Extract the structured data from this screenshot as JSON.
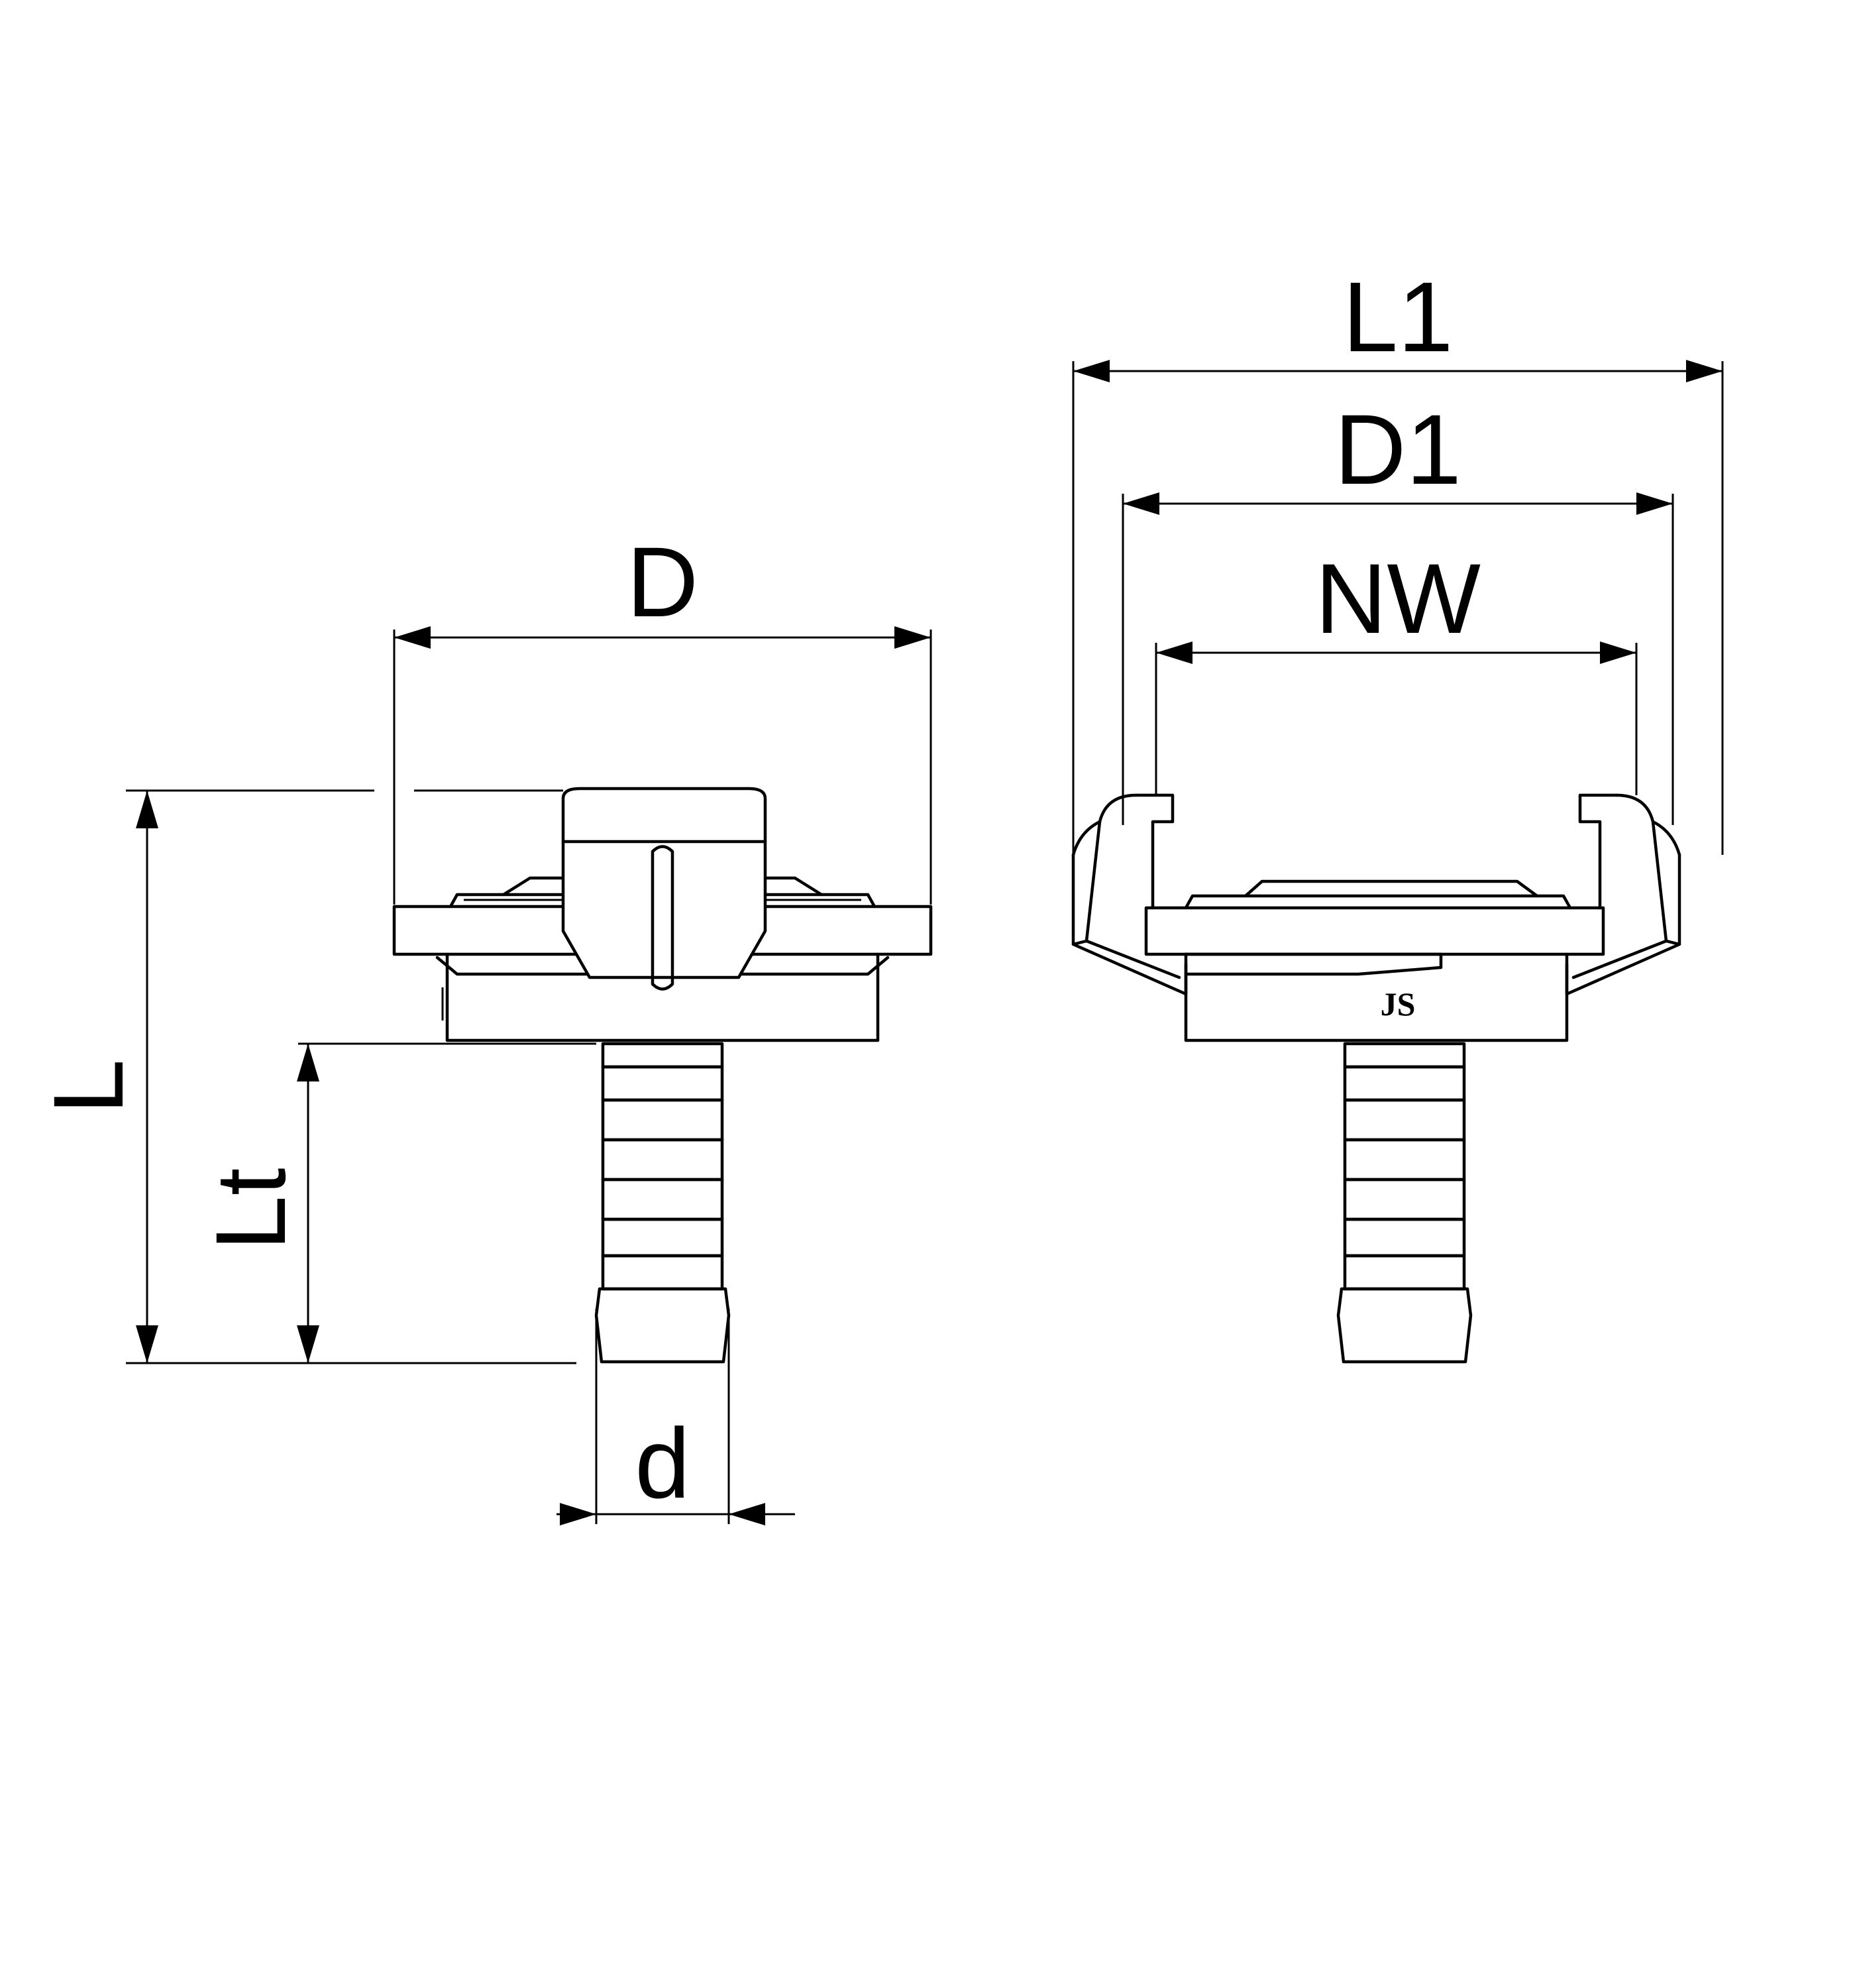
{
  "dimensions": {
    "D": "D",
    "L": "L",
    "Lt": "Lt",
    "d": "d",
    "L1": "L1",
    "D1": "D1",
    "NW": "NW"
  },
  "logo_text": "JS",
  "colors": {
    "line": "#000000",
    "background": "#ffffff"
  }
}
